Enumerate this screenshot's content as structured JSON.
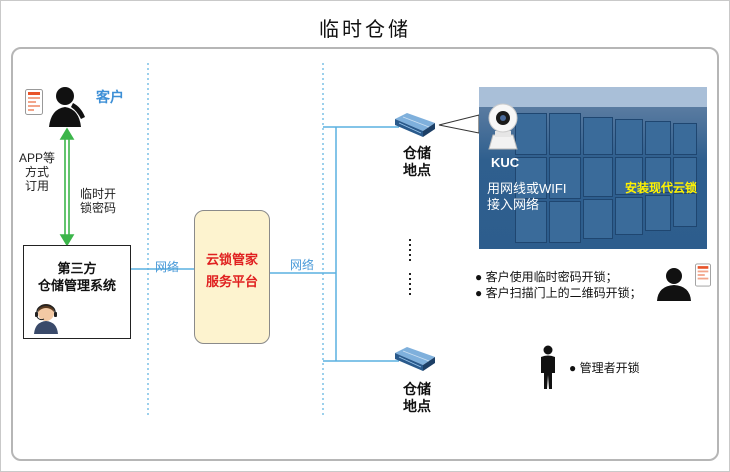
{
  "title": "临时仓储",
  "customer": {
    "label": "客户"
  },
  "app_label": [
    "APP等",
    "方式",
    "订用"
  ],
  "temp_code_label": [
    "临时开",
    "锁密码"
  ],
  "third_party": {
    "line1": "第三方",
    "line2": "仓储管理系统"
  },
  "network_label_1": "网络",
  "network_label_2": "网络",
  "cloud_platform": {
    "line1": "云锁管家",
    "line2": "服务平台"
  },
  "site_top": {
    "line1": "仓储",
    "line2": "地点"
  },
  "site_bottom": {
    "line1": "仓储",
    "line2": "地点"
  },
  "photo": {
    "brand": "KUC",
    "wifi_line1": "用网线或WIFI",
    "wifi_line2": "接入网络",
    "install": "安装现代云锁"
  },
  "bullets": [
    "客户使用临时密码开锁；",
    "客户扫描门上的二维码开锁；"
  ],
  "manager_bullet": "管理者开锁",
  "colors": {
    "arrow_green": "#3cb54a",
    "line_blue": "#5ab0e0",
    "platform_fill": "#fdf3cf",
    "platform_text": "#e02020"
  }
}
